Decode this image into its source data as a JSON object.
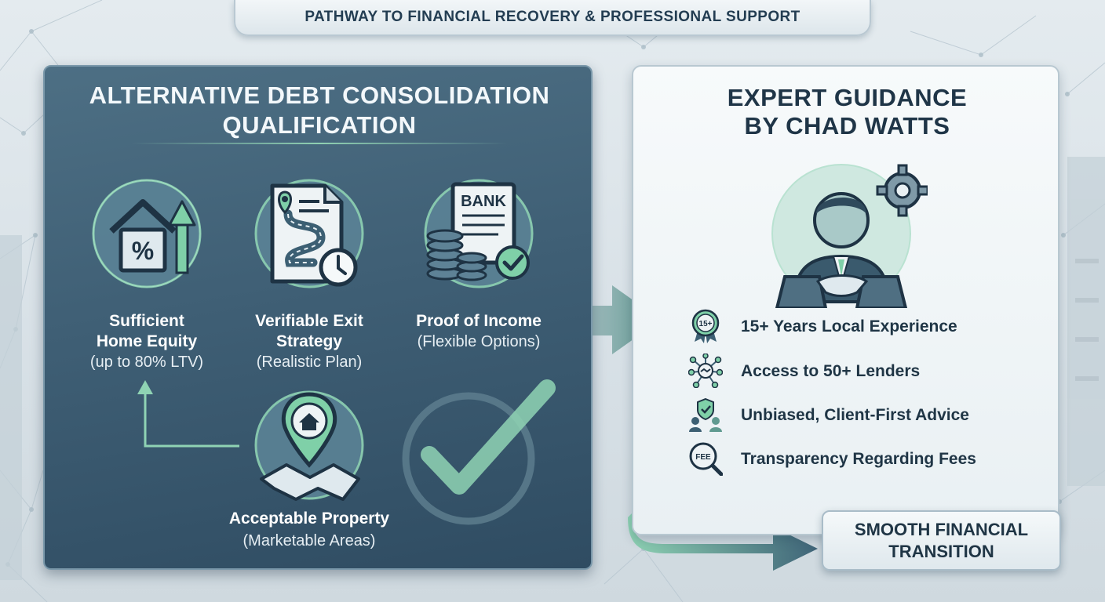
{
  "banner": {
    "title": "PATHWAY TO FINANCIAL RECOVERY & PROFESSIONAL SUPPORT"
  },
  "left_panel": {
    "title_line1": "ALTERNATIVE DEBT CONSOLIDATION",
    "title_line2": "QUALIFICATION",
    "criteria": [
      {
        "icon": "house-percent-icon",
        "label_line1": "Sufficient",
        "label_line2": "Home Equity",
        "sub": "(up to 80% LTV)"
      },
      {
        "icon": "exit-strategy-document-icon",
        "label_line1": "Verifiable Exit",
        "label_line2": "Strategy",
        "sub": "(Realistic Plan)"
      },
      {
        "icon": "bank-statement-icon",
        "label_line1": "Proof of Income",
        "sub": "(Flexible Options)",
        "icon_text": "BANK"
      },
      {
        "icon": "property-map-pin-icon",
        "label_line1": "Acceptable Property",
        "sub": "(Marketable Areas)"
      }
    ]
  },
  "right_panel": {
    "title_line1": "EXPERT GUIDANCE",
    "title_line2": "BY CHAD WATTS",
    "benefits": [
      {
        "icon": "experience-award-icon",
        "label": "15+ Years Local Experience",
        "icon_text": "15+"
      },
      {
        "icon": "lender-network-icon",
        "label": "Access to 50+ Lenders"
      },
      {
        "icon": "client-shield-icon",
        "label": "Unbiased, Client-First Advice"
      },
      {
        "icon": "fee-magnifier-icon",
        "label": "Transparency Regarding Fees",
        "icon_text": "FEE"
      }
    ]
  },
  "outcome": {
    "line1": "SMOOTH FINANCIAL",
    "line2": "TRANSITION"
  },
  "colors": {
    "accent_green": "#7fd0a8",
    "panel_dark": "#3f5f75",
    "text_dark": "#1f3545"
  }
}
